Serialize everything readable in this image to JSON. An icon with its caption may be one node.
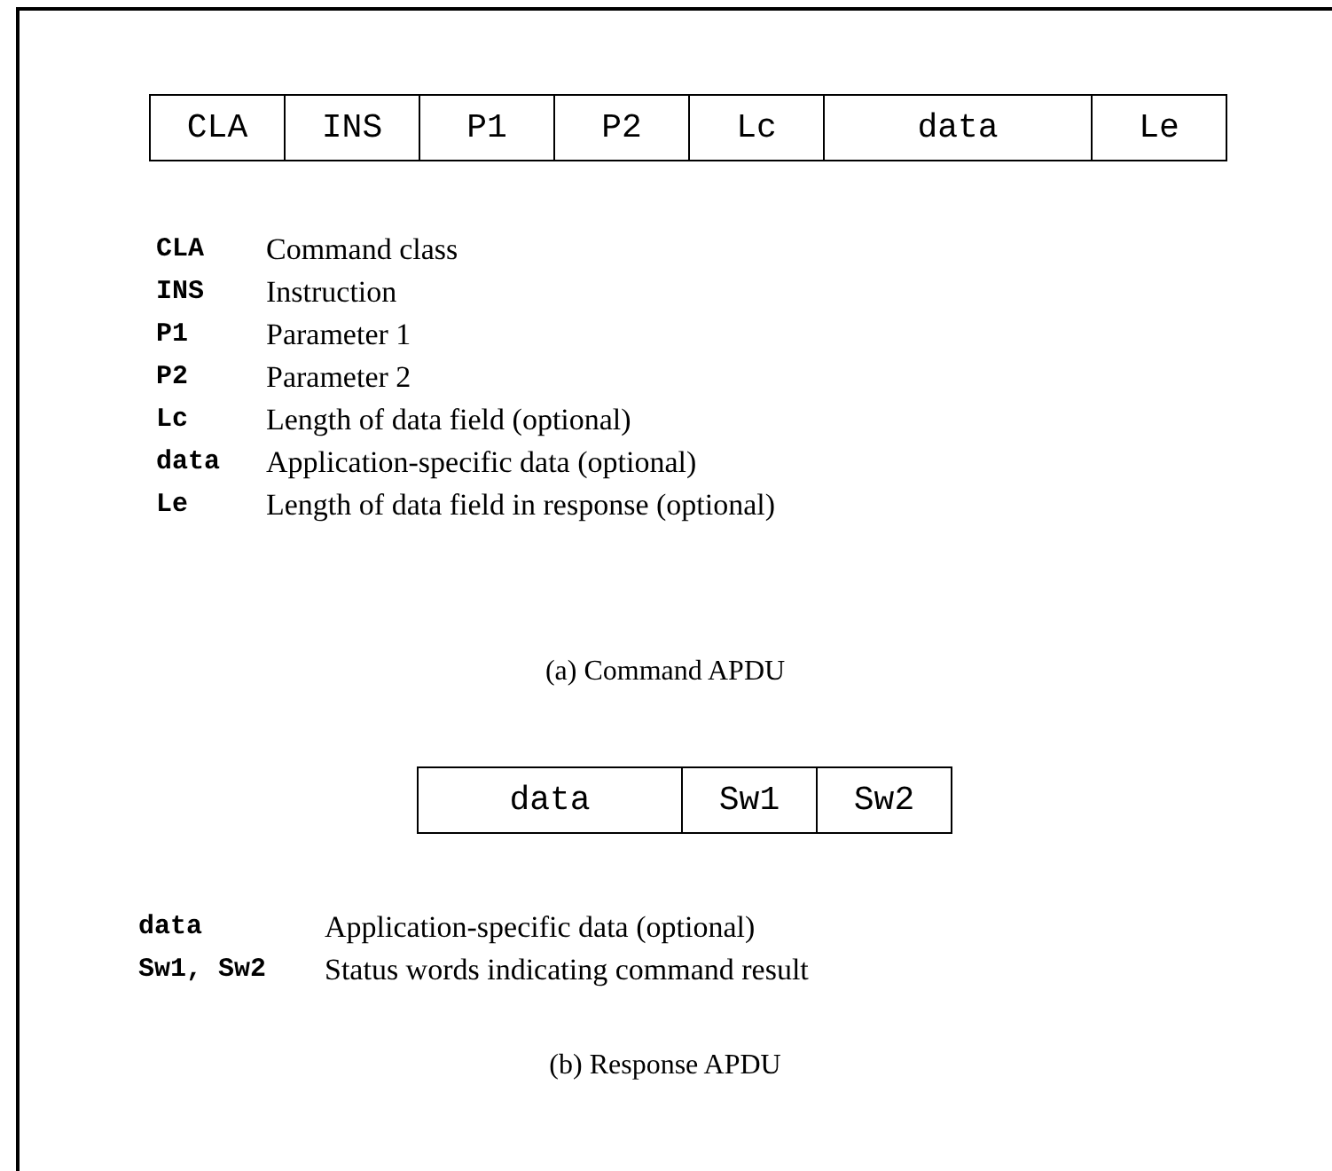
{
  "diagram": {
    "nodes": [
      {
        "text": [
          "CLA"
        ]
      },
      {
        "text": [
          "INS"
        ]
      },
      {
        "text": [
          "P1"
        ]
      },
      {
        "text": [
          "P2"
        ]
      },
      {
        "text": [
          "Lc"
        ]
      },
      {
        "text": [
          "data"
        ]
      },
      {
        "text": [
          "Le"
        ]
      },
      {
        "text": [
          "data"
        ]
      },
      {
        "text": [
          "Sw1"
        ]
      },
      {
        "text": [
          "Sw2"
        ]
      }
    ],
    "labels": [
      "CLA",
      "Command class",
      "INS",
      "Instruction",
      "P1",
      "Parameter 1",
      "P2",
      "Parameter 2",
      "Lc",
      "Length of data field (optional)",
      "data",
      "Application-specific data (optional)",
      "Le",
      "Length of data field in response (optional)",
      "(a) Command APDU",
      "data",
      "Application-specific data (optional)",
      "Sw1, Sw2",
      "Status words indicating command result",
      "(b) Response APDU"
    ]
  }
}
